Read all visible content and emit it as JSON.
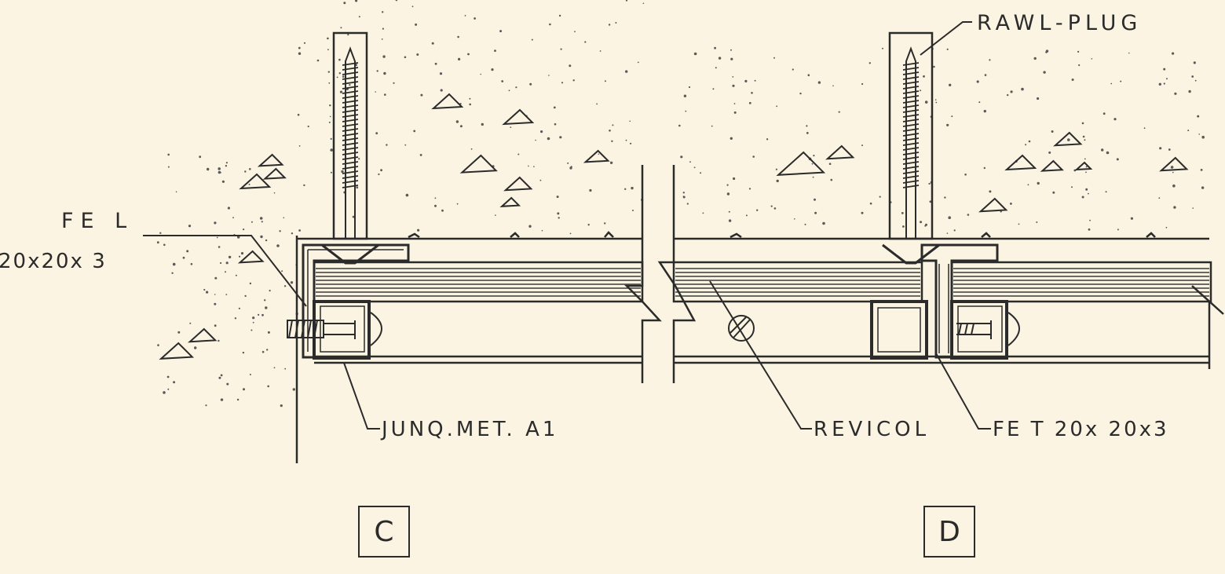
{
  "colors": {
    "paper": "#fbf4e2",
    "ink": "#2b2b2b",
    "concrete_speckle": "#5a5a5a",
    "board": "#3b3b3b"
  },
  "labels": {
    "fe_l_line1": "FE L",
    "fe_l_line2": "20x20x 3",
    "rawl_plug": "RAWL-PLUG",
    "junq_met": "JUNQ.MET. A1",
    "revicol": "REVICOL",
    "fe_t": "FE T  20x 20x3"
  },
  "details": {
    "c": "C",
    "d": "D"
  }
}
